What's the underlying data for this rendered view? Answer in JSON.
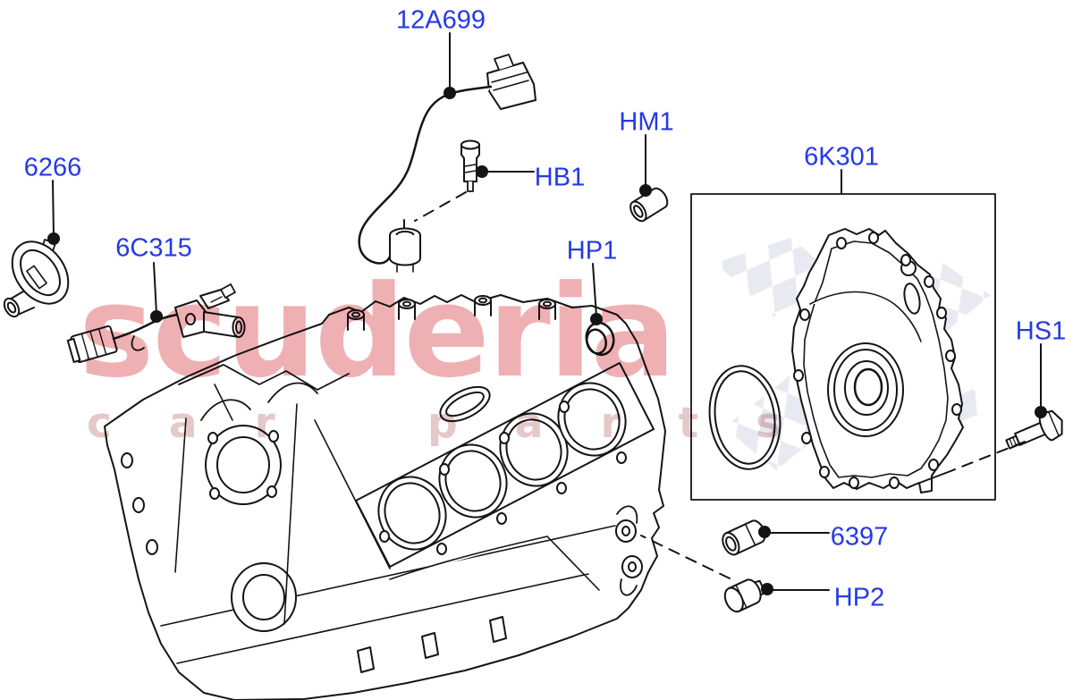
{
  "diagram": {
    "watermark": {
      "main": "scuderia",
      "sub": "car parts"
    },
    "labels": {
      "sensor_12a699": "12A699",
      "bracket_6266": "6266",
      "sensor_6c315": "6C315",
      "bolt_hb1": "HB1",
      "cap_hm1": "HM1",
      "plug_hp1": "HP1",
      "kit_6k301": "6K301",
      "bolt_hs1": "HS1",
      "bush_6397": "6397",
      "plug_hp2": "HP2"
    },
    "colors": {
      "background": "#ffffff",
      "label_text": "#2639e6",
      "line": "#141414",
      "watermark_main": "#efb0b4",
      "watermark_sub": "#e5c8c8",
      "checker": "#e9e9f1"
    }
  }
}
